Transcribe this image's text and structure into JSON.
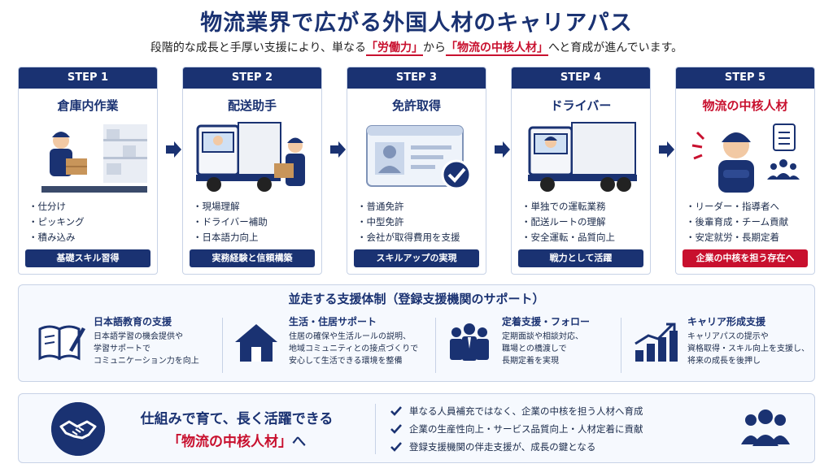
{
  "title": "物流業界で広がる外国人材のキャリアパス",
  "subtitle": {
    "pre": "段階的な成長と手厚い支援により、単なる",
    "hl1": "「労働力」",
    "mid": "から",
    "hl2": "「物流の中核人材」",
    "post": "へと育成が進んでいます。"
  },
  "steps": [
    {
      "label": "STEP 1",
      "name": "倉庫内作業",
      "items": [
        "仕分け",
        "ピッキング",
        "積み込み"
      ],
      "footer": "基礎スキル習得",
      "illustration": "warehouse-worker-icon"
    },
    {
      "label": "STEP 2",
      "name": "配送助手",
      "items": [
        "現場理解",
        "ドライバー補助",
        "日本語力向上"
      ],
      "footer": "実務経験と信頼構築",
      "illustration": "truck-helper-icon"
    },
    {
      "label": "STEP 3",
      "name": "免許取得",
      "items": [
        "普通免許",
        "中型免許",
        "会社が取得費用を支援"
      ],
      "footer": "スキルアップの実現",
      "illustration": "license-card-icon"
    },
    {
      "label": "STEP 4",
      "name": "ドライバー",
      "items": [
        "単独での運転業務",
        "配送ルートの理解",
        "安全運転・品質向上"
      ],
      "footer": "戦力として活躍",
      "illustration": "truck-driver-icon"
    },
    {
      "label": "STEP 5",
      "name": "物流の中核人材",
      "items": [
        "リーダー・指導者へ",
        "後輩育成・チーム貢献",
        "安定就労・長期定着"
      ],
      "footer": "企業の中核を担う存在へ",
      "illustration": "leader-icon"
    }
  ],
  "support": {
    "title": "並走する支援体制（登録支援機関のサポート）",
    "items": [
      {
        "title": "日本語教育の支援",
        "lines": [
          "日本語学習の機会提供や",
          "学習サポートで",
          "コミュニケーション力を向上"
        ],
        "icon": "book-pen-icon"
      },
      {
        "title": "生活・住居サポート",
        "lines": [
          "住居の確保や生活ルールの説明、",
          "地域コミュニティとの接点づくりで",
          "安心して生活できる環境を整備"
        ],
        "icon": "house-icon"
      },
      {
        "title": "定着支援・フォロー",
        "lines": [
          "定期面談や相談対応、",
          "職場との橋渡しで",
          "長期定着を実現"
        ],
        "icon": "group-icon"
      },
      {
        "title": "キャリア形成支援",
        "lines": [
          "キャリアパスの提示や",
          "資格取得・スキル向上を支援し、",
          "将来の成長を後押し"
        ],
        "icon": "growth-chart-icon"
      }
    ]
  },
  "bottom": {
    "main": "仕組みで育て、長く活躍できる",
    "sub_red": "「物流の中核人材」",
    "sub_post": "へ",
    "checks": [
      "単なる人員補充ではなく、企業の中核を担う人材へ育成",
      "企業の生産性向上・サービス品質向上・人材定着に貢献",
      "登録支援機関の伴走支援が、成長の鍵となる"
    ]
  },
  "colors": {
    "navy": "#1a3272",
    "red": "#c8102e",
    "border": "#c7d2e6"
  }
}
